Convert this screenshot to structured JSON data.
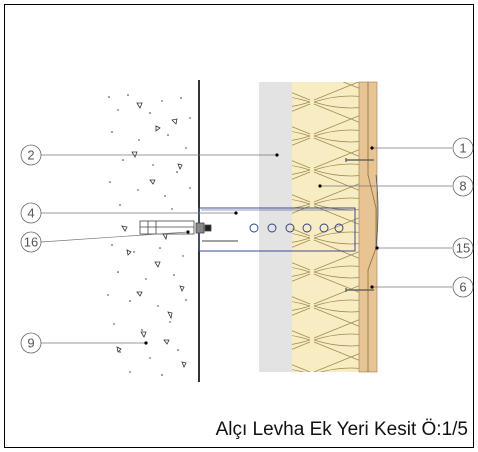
{
  "caption": "Alçı Levha Ek Yeri Kesit Ö:1/5",
  "callouts": {
    "c1": "1",
    "c2": "2",
    "c4": "4",
    "c6": "6",
    "c8": "8",
    "c9": "9",
    "c15": "15",
    "c16": "16"
  },
  "colors": {
    "frame": "#000000",
    "plaster": "#e3e3e3",
    "insulation": "#f7ecc2",
    "board": "#e8c493",
    "bracket": "#2b3a8c",
    "leader": "#777777"
  }
}
